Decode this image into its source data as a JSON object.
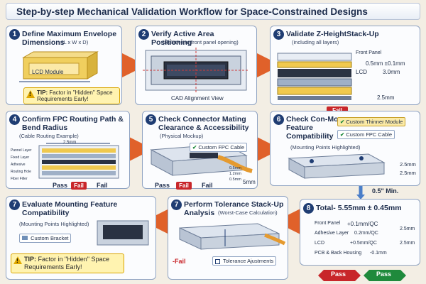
{
  "title": "Step-by-step Mechanical Validation Workflow for Space-Constrained Designs",
  "colors": {
    "navy": "#1f3d73",
    "fail_red": "#c8262a",
    "pass_green": "#1f8a3c",
    "arrow_orange": "#e0612a",
    "tip_yellow": "#fff3b0"
  },
  "steps": [
    {
      "num": "1",
      "title": "Define Maximum Envelope Dimensions",
      "sub": "(L x W x D)",
      "module_label": "LCD Module",
      "tip": {
        "bold": "TIP:",
        "text": "Factor in \"Hidden\" Space Requirements Early!"
      }
    },
    {
      "num": "2",
      "title": "Verify Active Area Positioning",
      "sub": "(Relative to front panel opening)",
      "caption": "CAD Alignment View"
    },
    {
      "num": "3",
      "title": "Validate Z-HeightStack-Up",
      "sub": "(including all layers)",
      "labels": {
        "front_panel": "Front Panel",
        "dim1": "0.5mm ±0.1mm",
        "lcd": "LCD",
        "dim2": "3.0mm",
        "dim3": "2.5mm"
      },
      "fail": "Fail"
    },
    {
      "num": "4",
      "title": "Confirm FPC Routing Path & Bend Radius",
      "sub": "(Cable Routing Example)",
      "drawing_labels": [
        "2.5mm",
        "Pannel Layer",
        "Fixed Layer",
        "Adhesive",
        "Routing Hole",
        "Fiber Filler"
      ],
      "pass": "Pass",
      "fail": "Fail",
      "fail2": "Fail"
    },
    {
      "num": "5",
      "title": "Check Connector Mating Clearance & Accessibility",
      "sub": "(Physical Mockup)",
      "tag": "Custom FPC Cable",
      "dims": [
        "0.5mm",
        "1.2mm",
        "0.5mm"
      ],
      "gap": "5mm",
      "pass": "Pass",
      "fail": "Fail",
      "fail2": "Fail"
    },
    {
      "num": "6",
      "title": "Check Con-Mong Feature Compatibility",
      "sub": "(Mounting Points Highlighted)",
      "options": [
        "Custom Thinner Module",
        "Custom FPC Cable"
      ],
      "dims": [
        "2.5mm",
        "2.5mm"
      ],
      "min": "0.5\" Min."
    },
    {
      "num": "7",
      "title": "Evaluate Mounting Feature Compatibility",
      "sub": "(Mounting Points Highlighted)",
      "bracket": "Custom Bracket",
      "tip": {
        "bold": "TIP:",
        "text": "Factor in \"Hidden\" Space Requirements Early!"
      }
    },
    {
      "num": "7",
      "title": "Perform Tolerance Stack-Up Analysis",
      "sub": "(Worst-Case Calculation)",
      "fail": "-Fail",
      "adjust": "Tolerance Ajustments"
    },
    {
      "num": "8",
      "title": "Total- 5.55mm ± 0.45mm",
      "rows": [
        {
          "name": "Front Panel",
          "value": "+0.1mm/QC"
        },
        {
          "name": "Adhesive Layer",
          "value": "0.2mm/QC"
        },
        {
          "name": "LCD",
          "value": "+0.5mm/QC"
        },
        {
          "name": "PCB & Back Housing",
          "value": "-0.1mm"
        }
      ],
      "side": [
        "2.5mm",
        "2.5mm"
      ],
      "pass1": "Pass",
      "pass2": "Pass"
    }
  ]
}
